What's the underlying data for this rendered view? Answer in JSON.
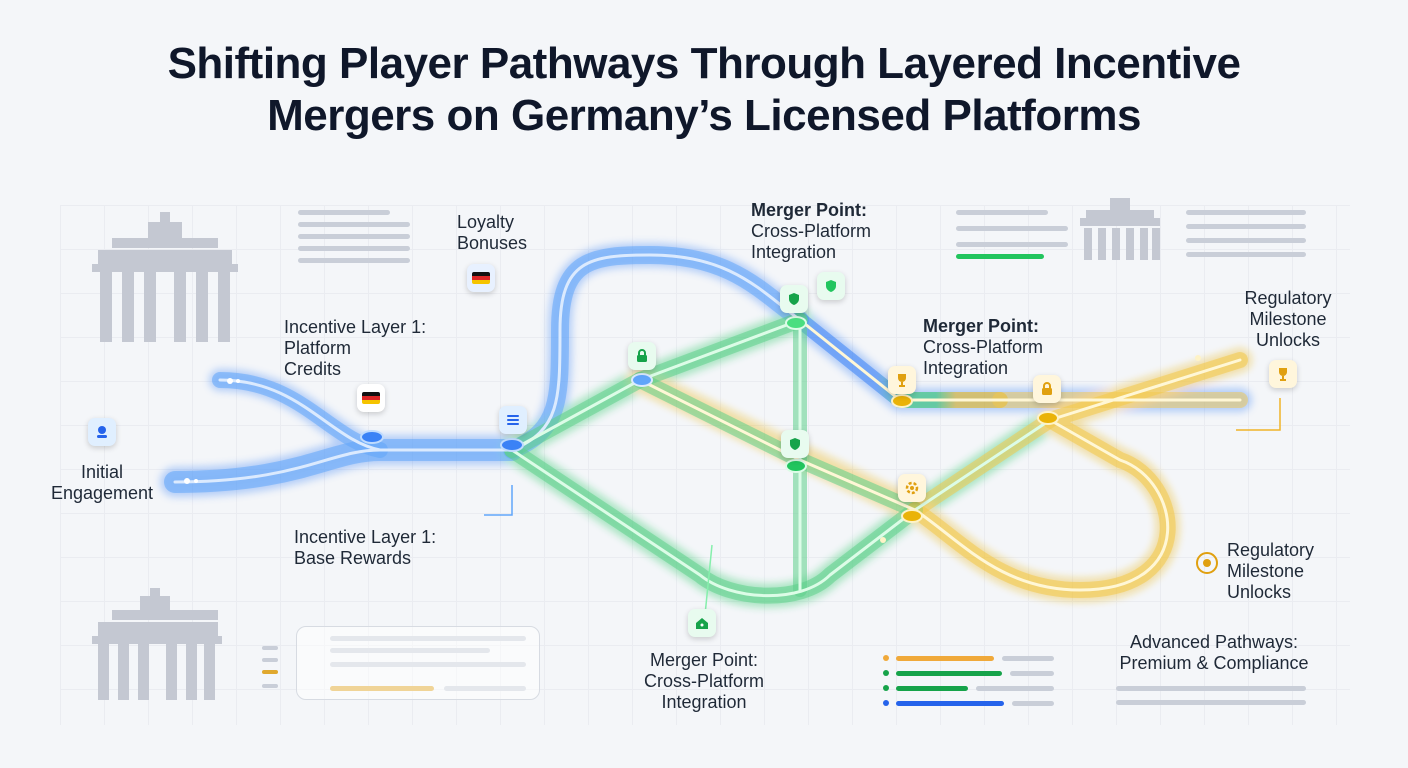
{
  "title": {
    "line1": "Shifting Player Pathways Through Layered Incentive",
    "line2": "Mergers on Germany’s Licensed Platforms"
  },
  "labels": {
    "initial": {
      "line1": "Initial",
      "line2": "Engagement"
    },
    "incentive_credits": {
      "line1": "Incentive Layer 1:",
      "line2": "Platform",
      "line3": "Credits"
    },
    "incentive_base": {
      "line1": "Incentive Layer 1:",
      "line2": "Base Rewards"
    },
    "loyalty": {
      "line1": "Loyalty",
      "line2": "Bonuses"
    },
    "merger_top": {
      "line1": "Merger Point:",
      "line2": "Cross-Platform",
      "line3": "Integration"
    },
    "merger_mid": {
      "line1": "Merger Point:",
      "line2": "Cross-Platform",
      "line3": "Integration"
    },
    "merger_bottom": {
      "line1": "Merger Point:",
      "line2": "Cross-Platform",
      "line3": "Integration"
    },
    "regulatory_top": {
      "line1": "Regulatory",
      "line2": "Milestone",
      "line3": "Unlocks"
    },
    "regulatory_bottom": {
      "line1": "Regulatory",
      "line2": "Milestone",
      "line3": "Unlocks"
    },
    "advanced": {
      "line1": "Advanced Pathways:",
      "line2": "Premium & Compliance"
    }
  },
  "icons": {
    "start": "user-icon",
    "flag": "germany-flag-icon",
    "lock": "lock-icon",
    "trophy": "trophy-icon",
    "shield": "shield-icon",
    "gear": "gear-icon",
    "target": "target-icon",
    "landmark": "brandenburg-gate-icon"
  },
  "colors": {
    "title": "#0f172a",
    "blue": "#3b82f6",
    "green": "#22c55e",
    "gold": "#eab308",
    "landmark": "#c4c8d2"
  }
}
